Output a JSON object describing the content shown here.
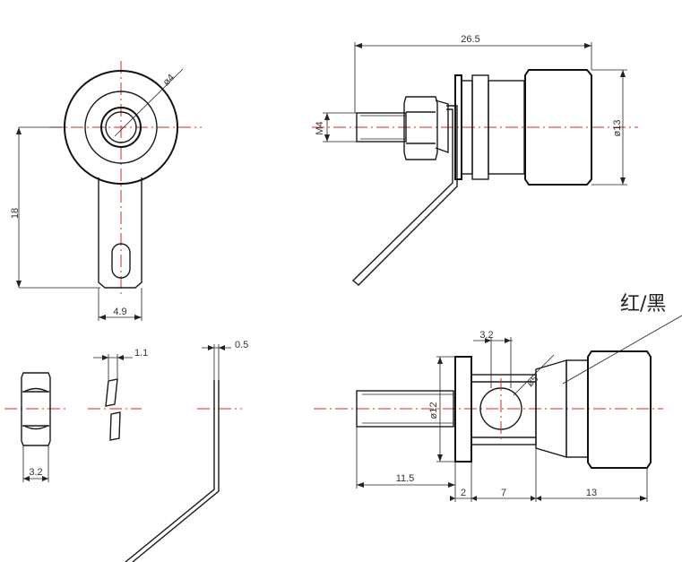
{
  "colors": {
    "line": "#1a1a1a",
    "centerline": "#d02a2a",
    "text": "#333333",
    "knurl": "#555555"
  },
  "labels": {
    "overall_length": "26.5",
    "hole_dia": "ø4",
    "thread": "M4",
    "knurl_dia": "ø13",
    "lug_height": "18",
    "lug_width": "4.9",
    "washer_thk": "1.1",
    "lug_thk": "0.5",
    "nut_width": "3.2",
    "hole_width": "3.2",
    "flange_dia": "ø12",
    "cross_hole_dia": "ø5",
    "thread_length": "11.5",
    "flange_thk": "2",
    "collar_length": "7",
    "knurl_length": "13",
    "color_label": "红/黑"
  }
}
